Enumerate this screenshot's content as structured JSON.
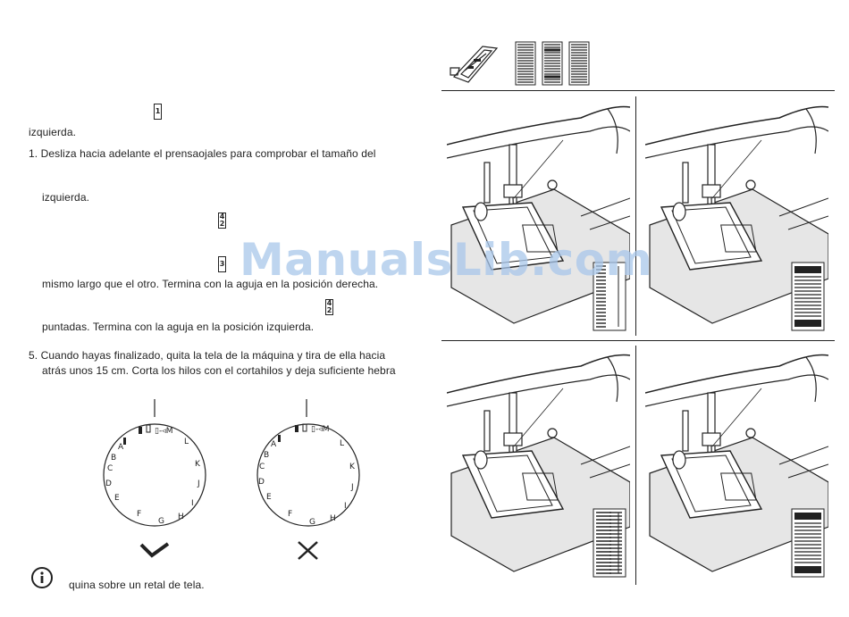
{
  "text": {
    "line_izquierda_1": "izquierda.",
    "step1": "1. Desliza hacia adelante el prensaojales para comprobar el tamaño del",
    "line_izquierda_2": "izquierda.",
    "line_mismo": "mismo largo que el otro. Termina con la aguja en la posición derecha.",
    "line_puntadas": "puntadas. Termina con la aguja en la posición izquierda.",
    "step5_line1": "5. Cuando hayas finalizado, quita la tela de la máquina y tira de ella hacia",
    "step5_line2": "atrás unos 15 cm. Corta los hilos con el cortahilos y deja suficiente hebra",
    "tip": "quina sobre un retal de tela."
  },
  "symbols": {
    "s1": "1",
    "s2a": "4",
    "s2b": "2",
    "s3": "3",
    "s4a": "4",
    "s4b": "2"
  },
  "dials": {
    "letters_left": [
      "C",
      "B",
      "A",
      "D",
      "E",
      "F",
      "G",
      "H",
      "I",
      "J",
      "K",
      "L",
      "M"
    ],
    "correct_mark": "check",
    "wrong_mark": "cross"
  },
  "watermark": "ManualsLib.com",
  "colors": {
    "text": "#222222",
    "watermark": "#a9c7ea",
    "fabric": "#e6e6e6"
  },
  "icons": [
    "buttonhole-foot-icon",
    "buttonhole-stitch-icons",
    "info-icon",
    "check-icon",
    "cross-icon"
  ]
}
